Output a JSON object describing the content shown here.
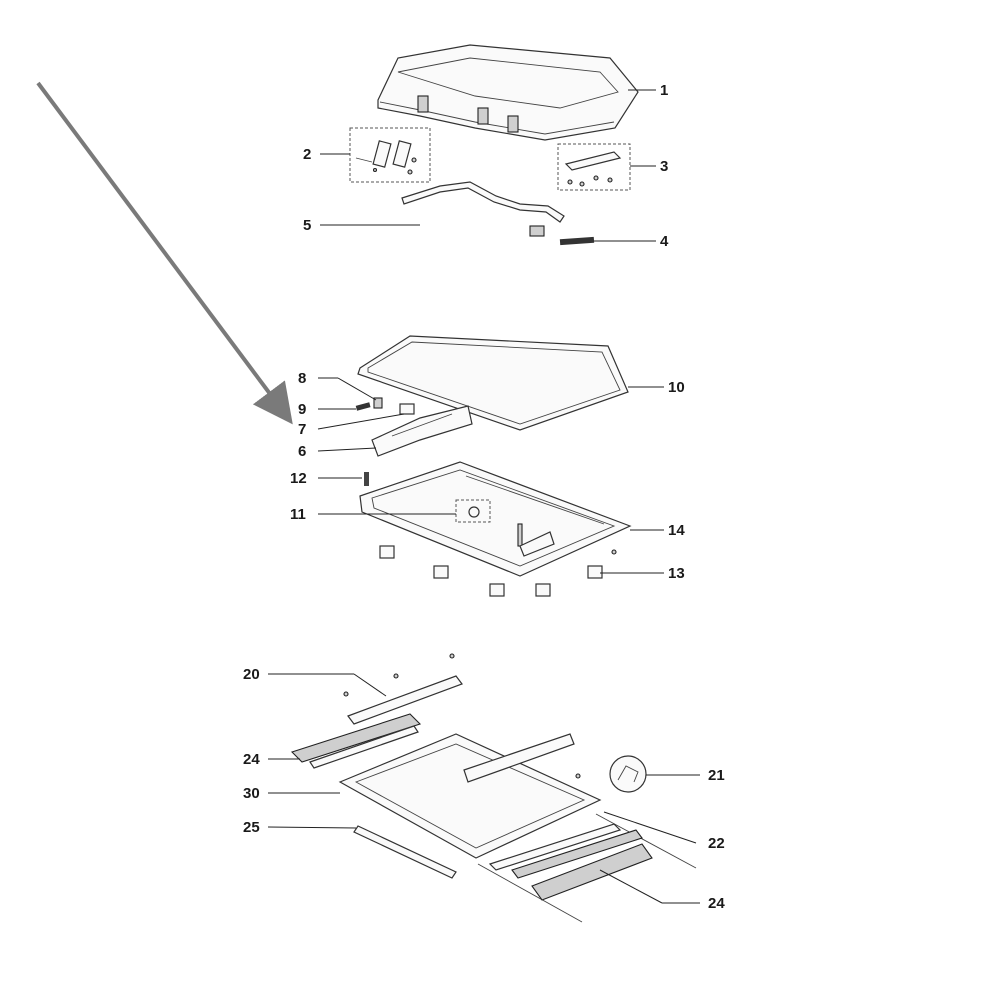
{
  "callouts": {
    "c1": "1",
    "c2": "2",
    "c3": "3",
    "c4": "4",
    "c5": "5",
    "c6": "6",
    "c7": "7",
    "c8": "8",
    "c9": "9",
    "c10": "10",
    "c11": "11",
    "c12": "12",
    "c13": "13",
    "c14": "14",
    "c20": "20",
    "c21": "21",
    "c22": "22",
    "c24a": "24",
    "c24b": "24",
    "c25": "25",
    "c30": "30"
  },
  "colors": {
    "pointer_arrow": "#7a7a7a",
    "ink": "#222222"
  }
}
